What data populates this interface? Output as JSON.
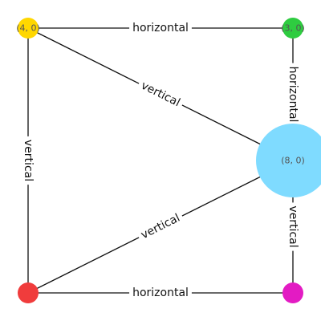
{
  "nodes": [
    {
      "id": "n40",
      "label": "(4, 0)",
      "color": "#FFD700"
    },
    {
      "id": "n30",
      "label": "(3, 0)",
      "color": "#2ECC40"
    },
    {
      "id": "n80",
      "label": "(8, 0)",
      "color": "#7FDBFF"
    },
    {
      "id": "nred",
      "label": "",
      "color": "#F03C3C"
    },
    {
      "id": "nmag",
      "label": "",
      "color": "#E31BC3"
    }
  ],
  "edges": [
    {
      "from": "n40",
      "to": "n30",
      "label": "horizontal"
    },
    {
      "from": "n30",
      "to": "n80",
      "label": "horizontal"
    },
    {
      "from": "n40",
      "to": "n80",
      "label": "vertical"
    },
    {
      "from": "n40",
      "to": "nred",
      "label": "vertical"
    },
    {
      "from": "nred",
      "to": "n80",
      "label": "vertical"
    },
    {
      "from": "n80",
      "to": "nmag",
      "label": "vertical"
    },
    {
      "from": "nred",
      "to": "nmag",
      "label": "horizontal"
    }
  ]
}
